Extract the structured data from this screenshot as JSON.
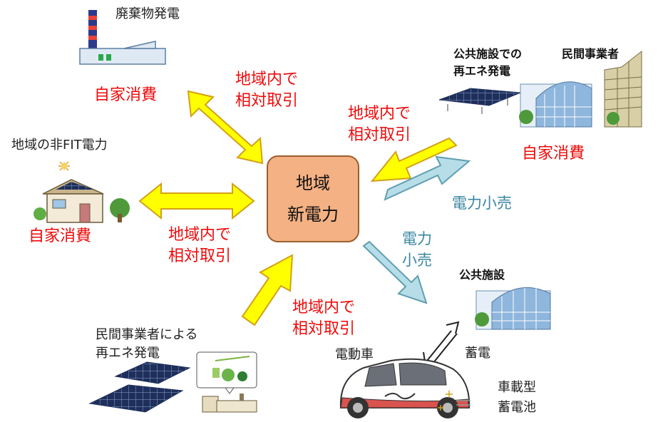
{
  "center": {
    "line1": "地域",
    "line2": "新電力"
  },
  "nodes": {
    "waste": {
      "label": "廃棄物発電",
      "consumption": "自家消費"
    },
    "nonfit": {
      "label": "地域の非FIT電力",
      "consumption": "自家消費"
    },
    "public_gen": {
      "label_line1": "公共施設での",
      "label_line2": "再エネ発電"
    },
    "private_biz": {
      "label": "民間事業者"
    },
    "public_fac": {
      "label": "公共施設",
      "consumption": "自家消費"
    },
    "private_gen": {
      "label_line1": "民間事業者による",
      "label_line2": "再エネ発電"
    },
    "ev": {
      "label": "電動車",
      "storage_line1": "車載型",
      "storage_line2": "蓄電池",
      "charge": "蓄電"
    }
  },
  "trade": {
    "line1": "地域内で",
    "line2": "相対取引"
  },
  "retail": {
    "single": "電力小売",
    "line1": "電力",
    "line2": "小売"
  },
  "colors": {
    "trade_arrow": "#ffff00",
    "trade_stroke": "#d4a017",
    "retail_arrow": "#b7dde8",
    "retail_stroke": "#5f9fb1",
    "red_text": "#ee0a0a",
    "center_fill": "#f4b183"
  }
}
